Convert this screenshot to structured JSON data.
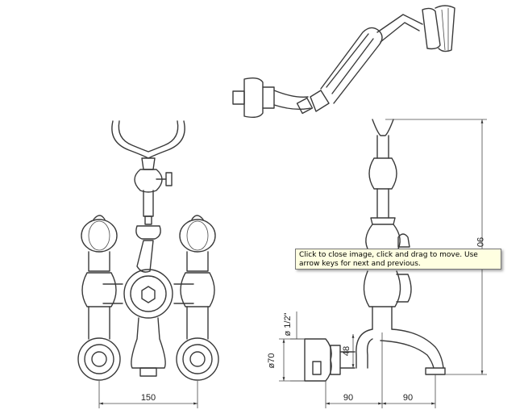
{
  "drawing": {
    "dimensions": {
      "front_width": "150",
      "side_spout_left": "90",
      "side_spout_right": "90",
      "height": "90",
      "thread": "ø 1/2\"",
      "flange_diameter": "ø70",
      "offset": "48"
    }
  },
  "tooltip": {
    "text": "Click to close image, click and drag to move. Use arrow keys for next and previous."
  }
}
